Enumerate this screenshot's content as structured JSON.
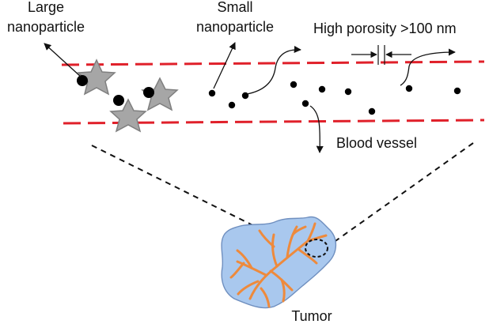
{
  "labels": {
    "large_nanoparticle_line1": "Large",
    "large_nanoparticle_line2": "nanoparticle",
    "small_nanoparticle_line1": "Small",
    "small_nanoparticle_line2": "nanoparticle",
    "high_porosity": "High porosity >100 nm",
    "blood_vessel": "Blood vessel",
    "tumor": "Tumor"
  },
  "colors": {
    "vessel_wall": "#e0202a",
    "star": "#a6a6a6",
    "star_outline": "#7f7f7f",
    "particle": "#000000",
    "tumor_fill": "#a9c8ee",
    "tumor_outline": "#6f8fbf",
    "tumor_vessels": "#ee8a3c",
    "lines": "#111111"
  },
  "icons": {
    "large_particle": "star-with-black-dot",
    "small_particle": "black-dot"
  }
}
